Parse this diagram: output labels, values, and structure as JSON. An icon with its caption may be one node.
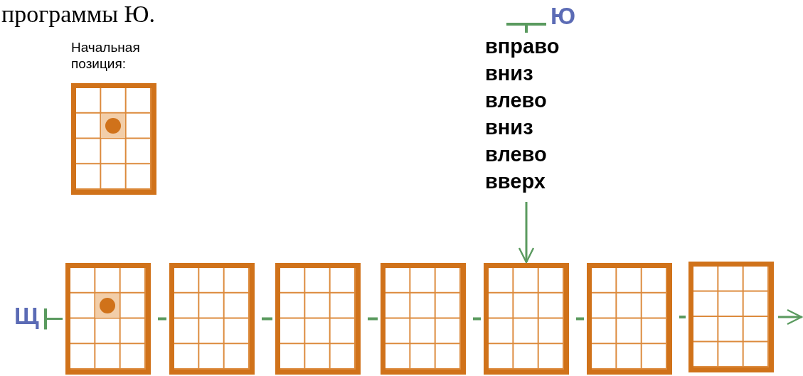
{
  "diagram": {
    "nodes": [
      {
        "text": [
          "Начальная позиция:"
        ]
      },
      {
        "text": [],
        "shape": "circle",
        "in": 0
      },
      {
        "text": [
          "Ю",
          "вправо",
          "вниз",
          "влево",
          "вниз",
          "влево",
          "вверх"
        ]
      },
      {
        "text": [
          "Щ"
        ]
      },
      {
        "text": [],
        "shape": "box"
      },
      {
        "text": [],
        "shape": "circle",
        "in": 4
      },
      {
        "text": [],
        "shape": "box"
      },
      {
        "text": [],
        "shape": "box"
      },
      {
        "text": [],
        "shape": "box"
      },
      {
        "text": [],
        "shape": "box"
      },
      {
        "text": [],
        "shape": "box"
      },
      {
        "text": [],
        "shape": "box"
      }
    ],
    "edges": [
      {
        "from": 2,
        "to": 9,
        "arrow": "to"
      },
      {
        "from": 3,
        "to": 4,
        "arrow": "other"
      },
      {
        "from": 4,
        "to": 6,
        "arrow": "none"
      },
      {
        "from": 6,
        "to": 7,
        "arrow": "none"
      },
      {
        "from": 7,
        "to": 8,
        "arrow": "none"
      },
      {
        "from": 8,
        "to": 9,
        "arrow": "none"
      },
      {
        "from": 9,
        "to": 10,
        "arrow": "none"
      },
      {
        "from": 10,
        "to": 11,
        "arrow": "none"
      },
      {
        "from": 11,
        "to": null,
        "arrow": "to"
      }
    ],
    "labels": [
      "программы Ю."
    ]
  }
}
